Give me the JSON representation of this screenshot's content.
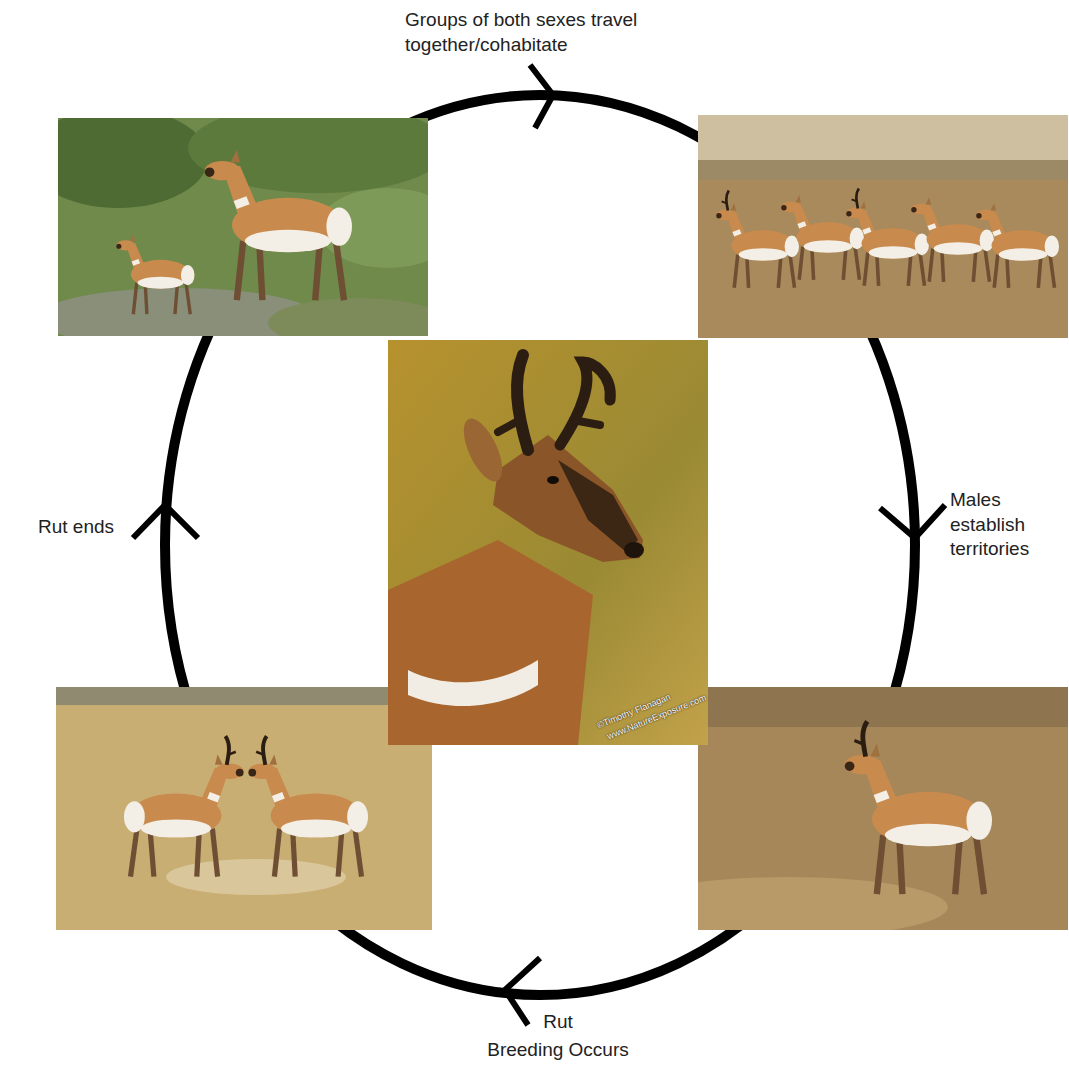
{
  "diagram": {
    "labels": [
      "Groups of both sexes travel together/cohabitate",
      "Males establish territories",
      "Rut ends",
      "Rut",
      "Breeding Occurs",
      "©Timothy Flanagan",
      "www.NatureExposure.com"
    ]
  }
}
